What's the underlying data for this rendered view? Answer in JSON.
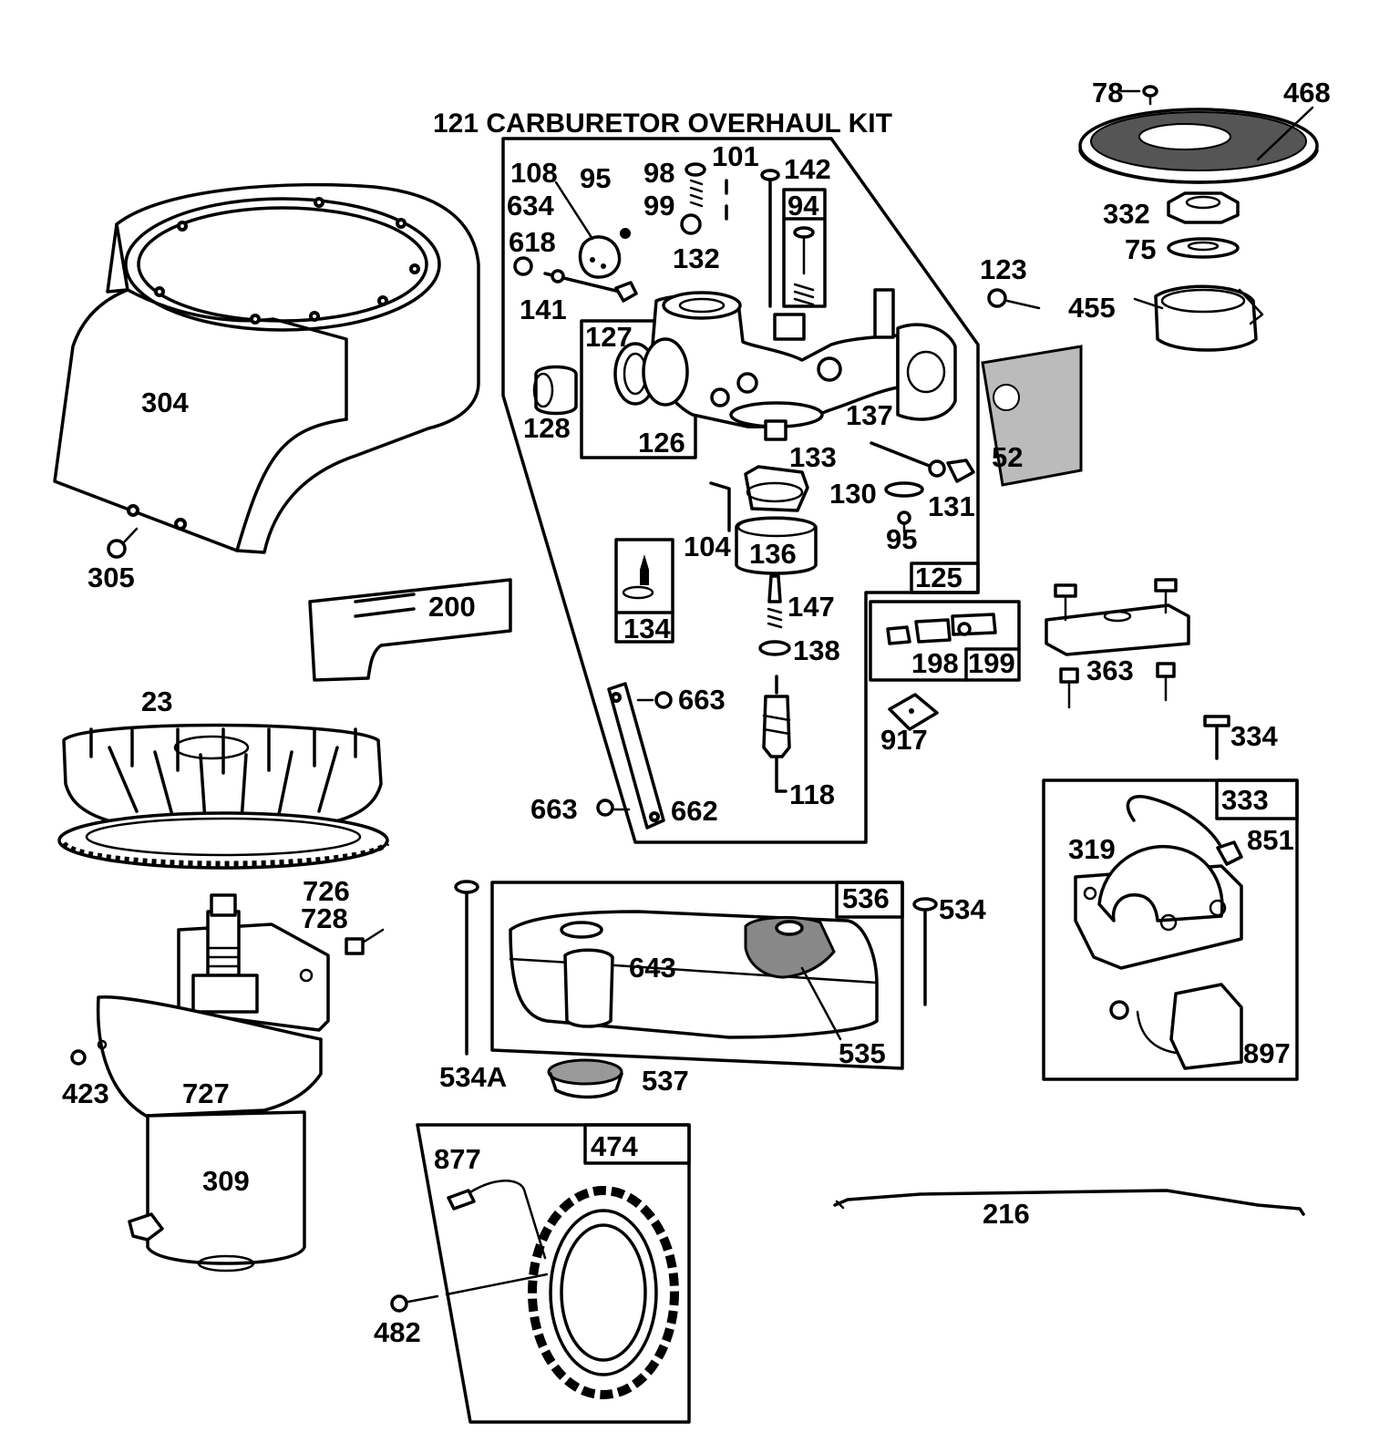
{
  "diagram": {
    "title": "121 CARBURETOR OVERHAUL KIT",
    "labels": {
      "p78": "78",
      "p468": "468",
      "p332": "332",
      "p75": "75",
      "p123": "123",
      "p455": "455",
      "p52": "52",
      "p108": "108",
      "p634": "634",
      "p95a": "95",
      "p98": "98",
      "p99": "99",
      "p101": "101",
      "p142": "142",
      "p94": "94",
      "p132": "132",
      "p618": "618",
      "p141": "141",
      "p127": "127",
      "p128": "128",
      "p126": "126",
      "p137": "137",
      "p133": "133",
      "p130": "130",
      "p131": "131",
      "p95b": "95",
      "p104": "104",
      "p136": "136",
      "p125": "125",
      "p134": "134",
      "p147": "147",
      "p138": "138",
      "p198": "198",
      "p199": "199",
      "p363": "363",
      "p917": "917",
      "p334": "334",
      "p663a": "663",
      "p663b": "663",
      "p662": "662",
      "p118": "118",
      "p304": "304",
      "p305": "305",
      "p200": "200",
      "p23": "23",
      "p726": "726",
      "p728": "728",
      "p423": "423",
      "p727": "727",
      "p309": "309",
      "p534a": "534A",
      "p536": "536",
      "p534": "534",
      "p643": "643",
      "p535": "535",
      "p537": "537",
      "p333": "333",
      "p319": "319",
      "p851": "851",
      "p897": "897",
      "p474": "474",
      "p877": "877",
      "p482": "482",
      "p216": "216"
    }
  }
}
